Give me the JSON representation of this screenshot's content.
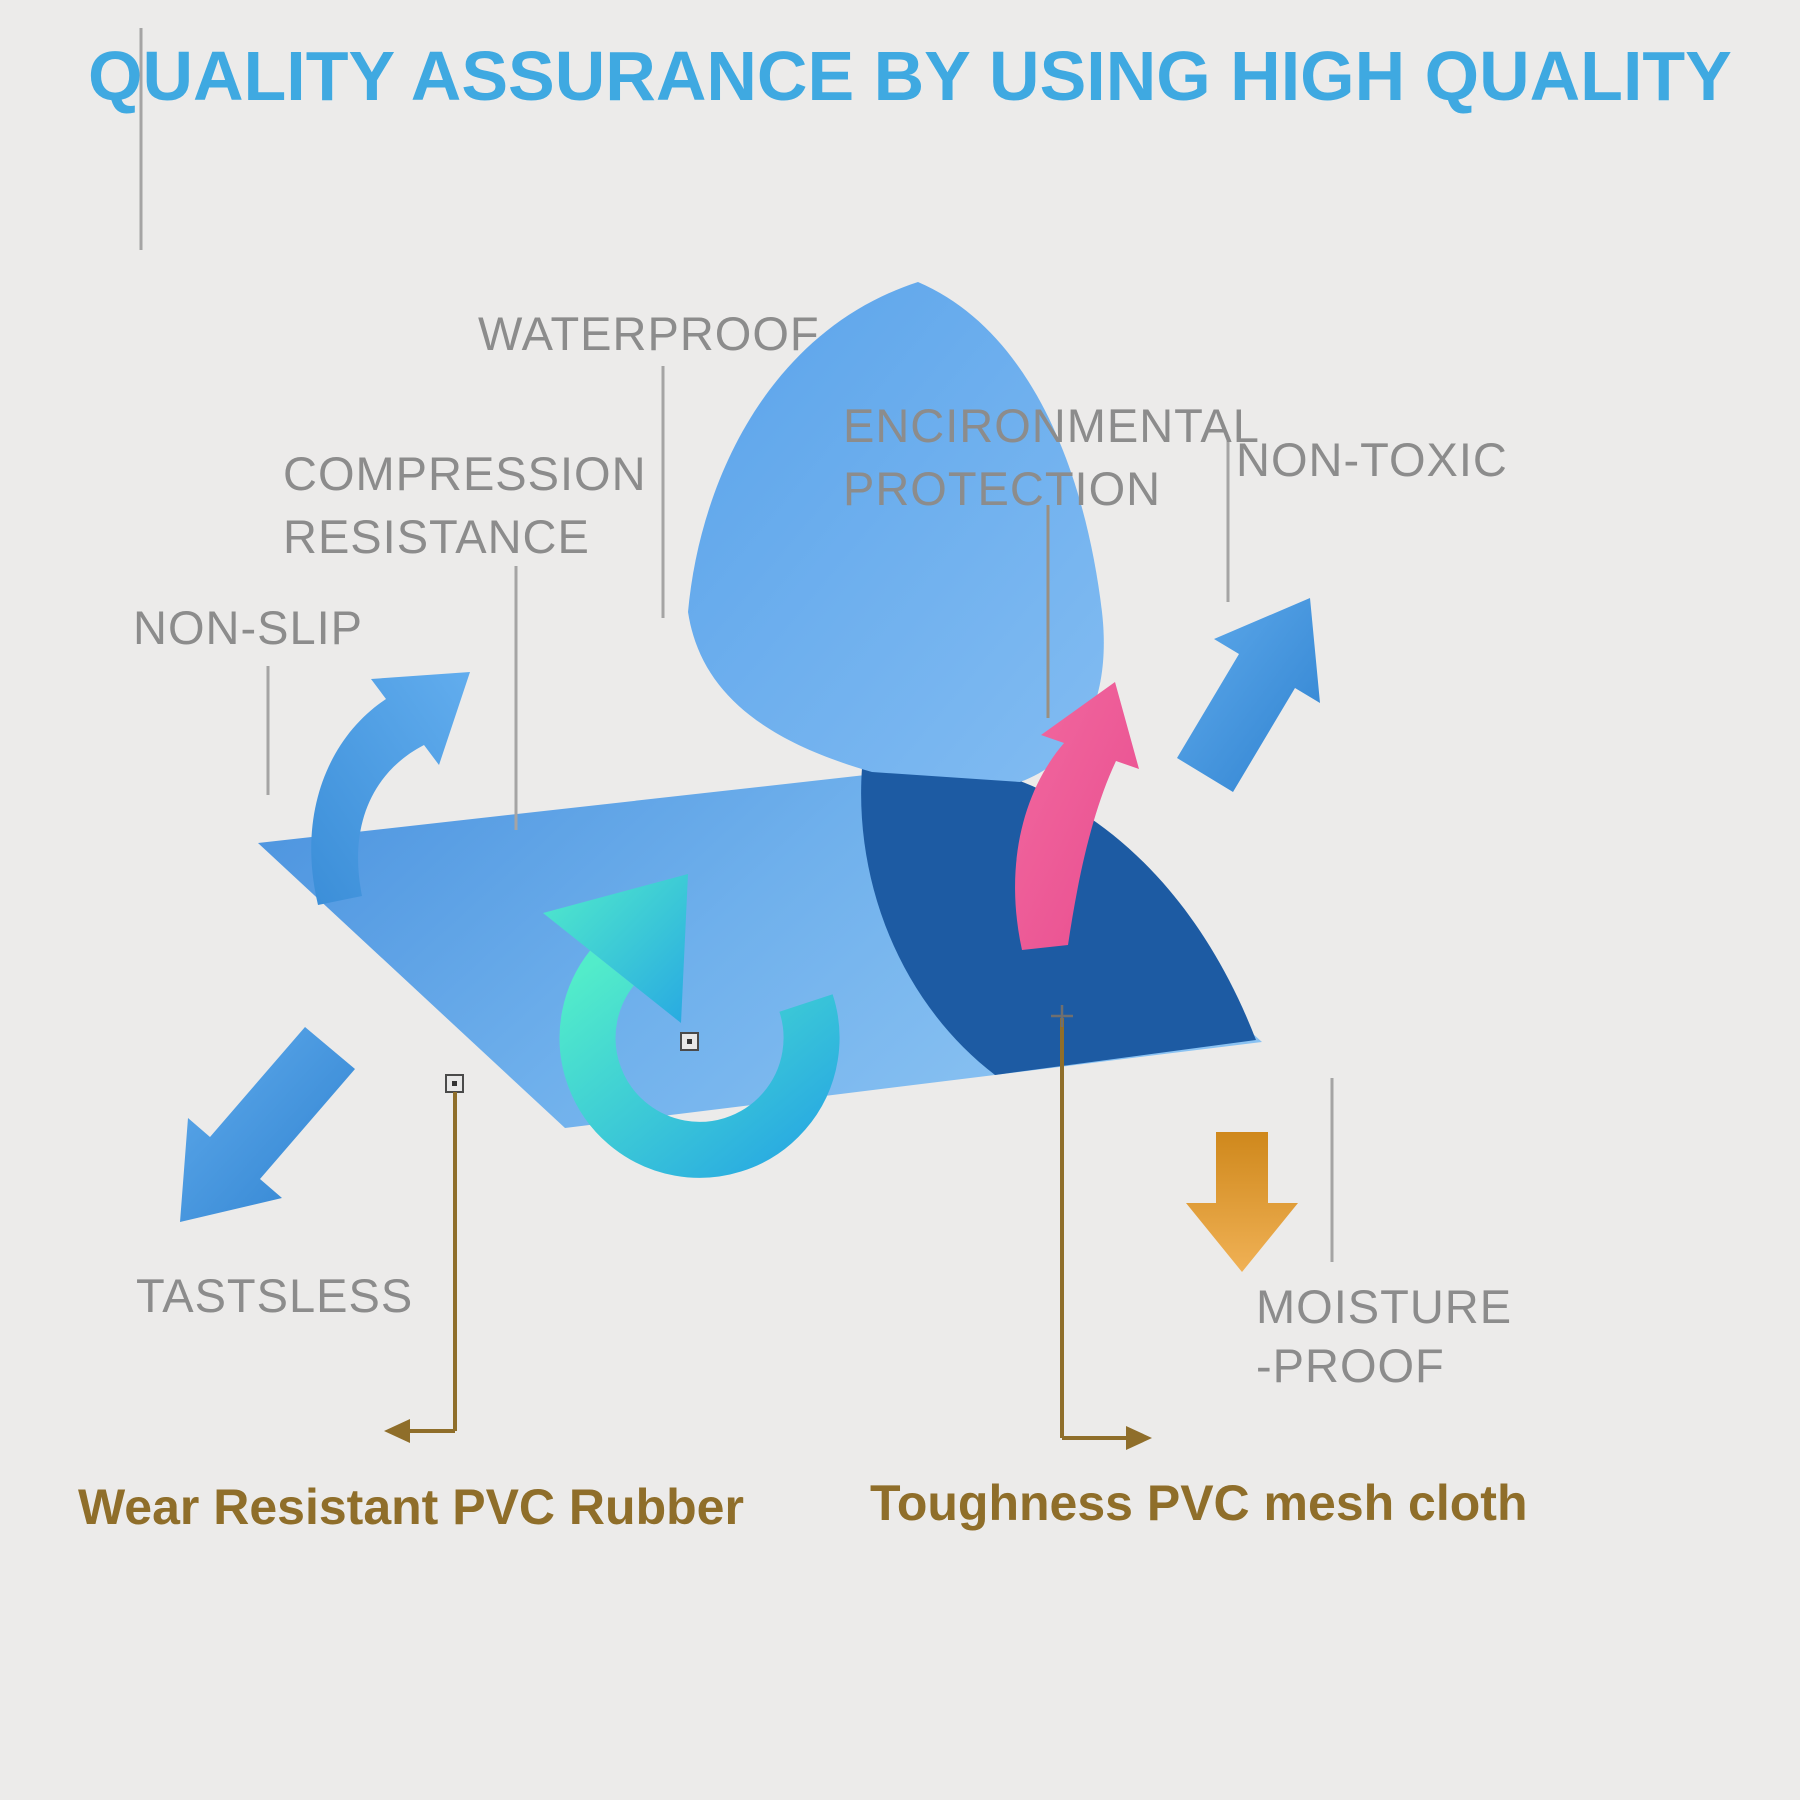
{
  "title": "QUALITY ASSURANCE BY USING HIGH QUALITY",
  "labels": {
    "waterproof": "WATERPROOF",
    "compression": "COMPRESSION\nRESISTANCE",
    "non_slip": "NON-SLIP",
    "environmental": "ENCIRONMENTAL\nPROTECTION",
    "non_toxic": "NON-TOXIC",
    "tasteless": "TASTSLESS",
    "moisture": "MOISTURE\n-PROOF"
  },
  "captions": {
    "left": "Wear Resistant PVC Rubber",
    "right": "Toughness PVC mesh cloth"
  },
  "icons": {
    "non_slip_arrow": "curved-arrow-up-right-blue",
    "rotate_arrow": "circular-arrow-teal",
    "protection_arrow": "curved-arrow-up-pink",
    "non_toxic_arrow": "straight-arrow-up-right-blue",
    "tasteless_arrow": "straight-arrow-down-left-blue",
    "moisture_arrow": "straight-arrow-down-orange"
  },
  "colors": {
    "bg": "#ecebea",
    "title_blue": "#3fa9e1",
    "label_gray": "#8c8c8c",
    "caption_gold": "#8f6e2a",
    "line_gray": "#a5a4a4",
    "mat_blue": "#4a92de",
    "mat_blue_light": "#8ac2f2",
    "sheet_blue": "#61a9ee",
    "fold_dark_blue": "#1d5ba3",
    "arrow_teal": "#52ecca",
    "arrow_pink": "#ee5f9b",
    "arrow_orange": "#d98a20"
  }
}
